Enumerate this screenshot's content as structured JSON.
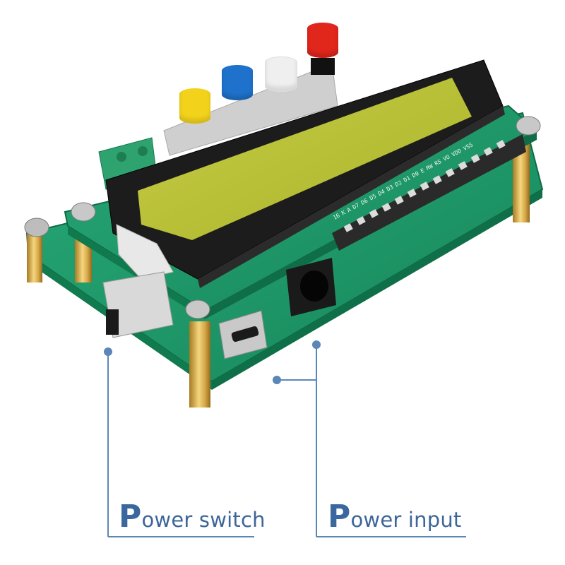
{
  "image": {
    "subject": "LCD module on green PCB with push buttons and callouts",
    "background": "#ffffff"
  },
  "callouts": [
    {
      "id": "power-switch",
      "first_letter": "P",
      "rest": "ower switch",
      "color": "#3d6699"
    },
    {
      "id": "power-input",
      "first_letter": "P",
      "rest": "ower input",
      "color": "#3d6699"
    }
  ],
  "pin_labels": [
    "VSS",
    "VDD",
    "VO",
    "RS",
    "RW",
    "E",
    "D0",
    "D1",
    "D2",
    "D3",
    "D4",
    "D5",
    "D6",
    "D7",
    "A",
    "K"
  ],
  "pin_number": "16",
  "buttons": [
    {
      "color_name": "yellow",
      "color": "#f2d21b"
    },
    {
      "color_name": "blue",
      "color": "#1f72cc"
    },
    {
      "color_name": "white",
      "color": "#efefef"
    },
    {
      "color_name": "red",
      "color": "#e1261c"
    }
  ],
  "colors": {
    "pcb": "#1f9a6a",
    "lcd_screen": "#b9c23a",
    "lcd_bezel": "#1c1c1c",
    "callout": "#5b86b8",
    "brass": "#d9ad4a"
  }
}
